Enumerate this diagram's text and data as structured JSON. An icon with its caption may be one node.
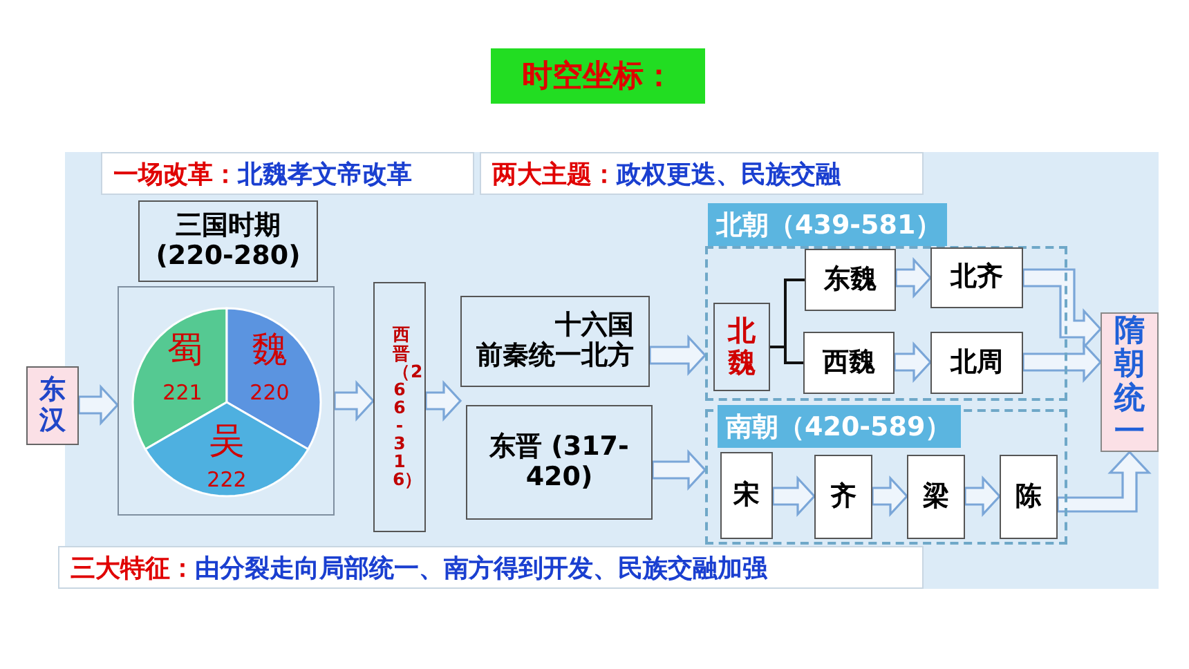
{
  "diagram": {
    "title": "时空坐标：",
    "nodes": [
      {
        "text": [
          "一场改革：",
          "北魏孝文帝改革"
        ]
      },
      {
        "text": [
          "两大主题：",
          "政权更迭、民族交融"
        ]
      },
      {
        "text": [
          "东汉"
        ]
      },
      {
        "text": [
          "三国时期 (220-280)"
        ]
      },
      {
        "text": [],
        "shape": "box"
      },
      {
        "text": [
          "蜀",
          "221"
        ],
        "in": 4
      },
      {
        "text": [
          "魏",
          "220"
        ],
        "in": 4
      },
      {
        "text": [
          "吴",
          "222"
        ],
        "in": 4
      },
      {
        "text": [
          "西晋（266-316）"
        ]
      },
      {
        "text": [
          "十六国前秦统一北方"
        ]
      },
      {
        "text": [
          "东晋 (317-420)"
        ]
      },
      {
        "text": [
          "北朝（439-581）"
        ]
      },
      {
        "text": [
          "北魏"
        ],
        "in": 11
      },
      {
        "text": [
          "东魏"
        ],
        "in": 11
      },
      {
        "text": [
          "北齐"
        ],
        "in": 11
      },
      {
        "text": [
          "西魏"
        ],
        "in": 11
      },
      {
        "text": [
          "北周"
        ],
        "in": 11
      },
      {
        "text": [
          "南朝（420-589）"
        ]
      },
      {
        "text": [
          "宋"
        ],
        "in": 17
      },
      {
        "text": [
          "齐"
        ],
        "in": 17
      },
      {
        "text": [
          "梁"
        ],
        "in": 17
      },
      {
        "text": [
          "陈"
        ],
        "in": 17
      },
      {
        "text": [
          "隋朝统一"
        ]
      },
      {
        "text": [
          "三大特征：",
          "由分裂走向局部统一、南方得到开发、民族交融加强"
        ]
      }
    ],
    "edges": [
      {
        "from": 2,
        "to": 4,
        "arrow": "to"
      },
      {
        "from": 4,
        "to": 8,
        "arrow": "to"
      },
      {
        "from": 8,
        "to": 9,
        "arrow": "to"
      },
      {
        "from": 8,
        "to": 10,
        "arrow": "to"
      },
      {
        "from": 9,
        "to": 11,
        "arrow": "to"
      },
      {
        "from": 10,
        "to": 17,
        "arrow": "to"
      },
      {
        "from": 12,
        "to": 13,
        "arrow": "none"
      },
      {
        "from": 12,
        "to": 15,
        "arrow": "none"
      },
      {
        "from": 13,
        "to": 14,
        "arrow": "to"
      },
      {
        "from": 15,
        "to": 16,
        "arrow": "to"
      },
      {
        "from": 14,
        "to": 22,
        "arrow": "to"
      },
      {
        "from": 16,
        "to": 22,
        "arrow": "to"
      },
      {
        "from": 18,
        "to": 19,
        "arrow": "to"
      },
      {
        "from": 19,
        "to": 20,
        "arrow": "to"
      },
      {
        "from": 20,
        "to": 21,
        "arrow": "to"
      },
      {
        "from": 21,
        "to": 22,
        "arrow": "to"
      }
    ]
  }
}
